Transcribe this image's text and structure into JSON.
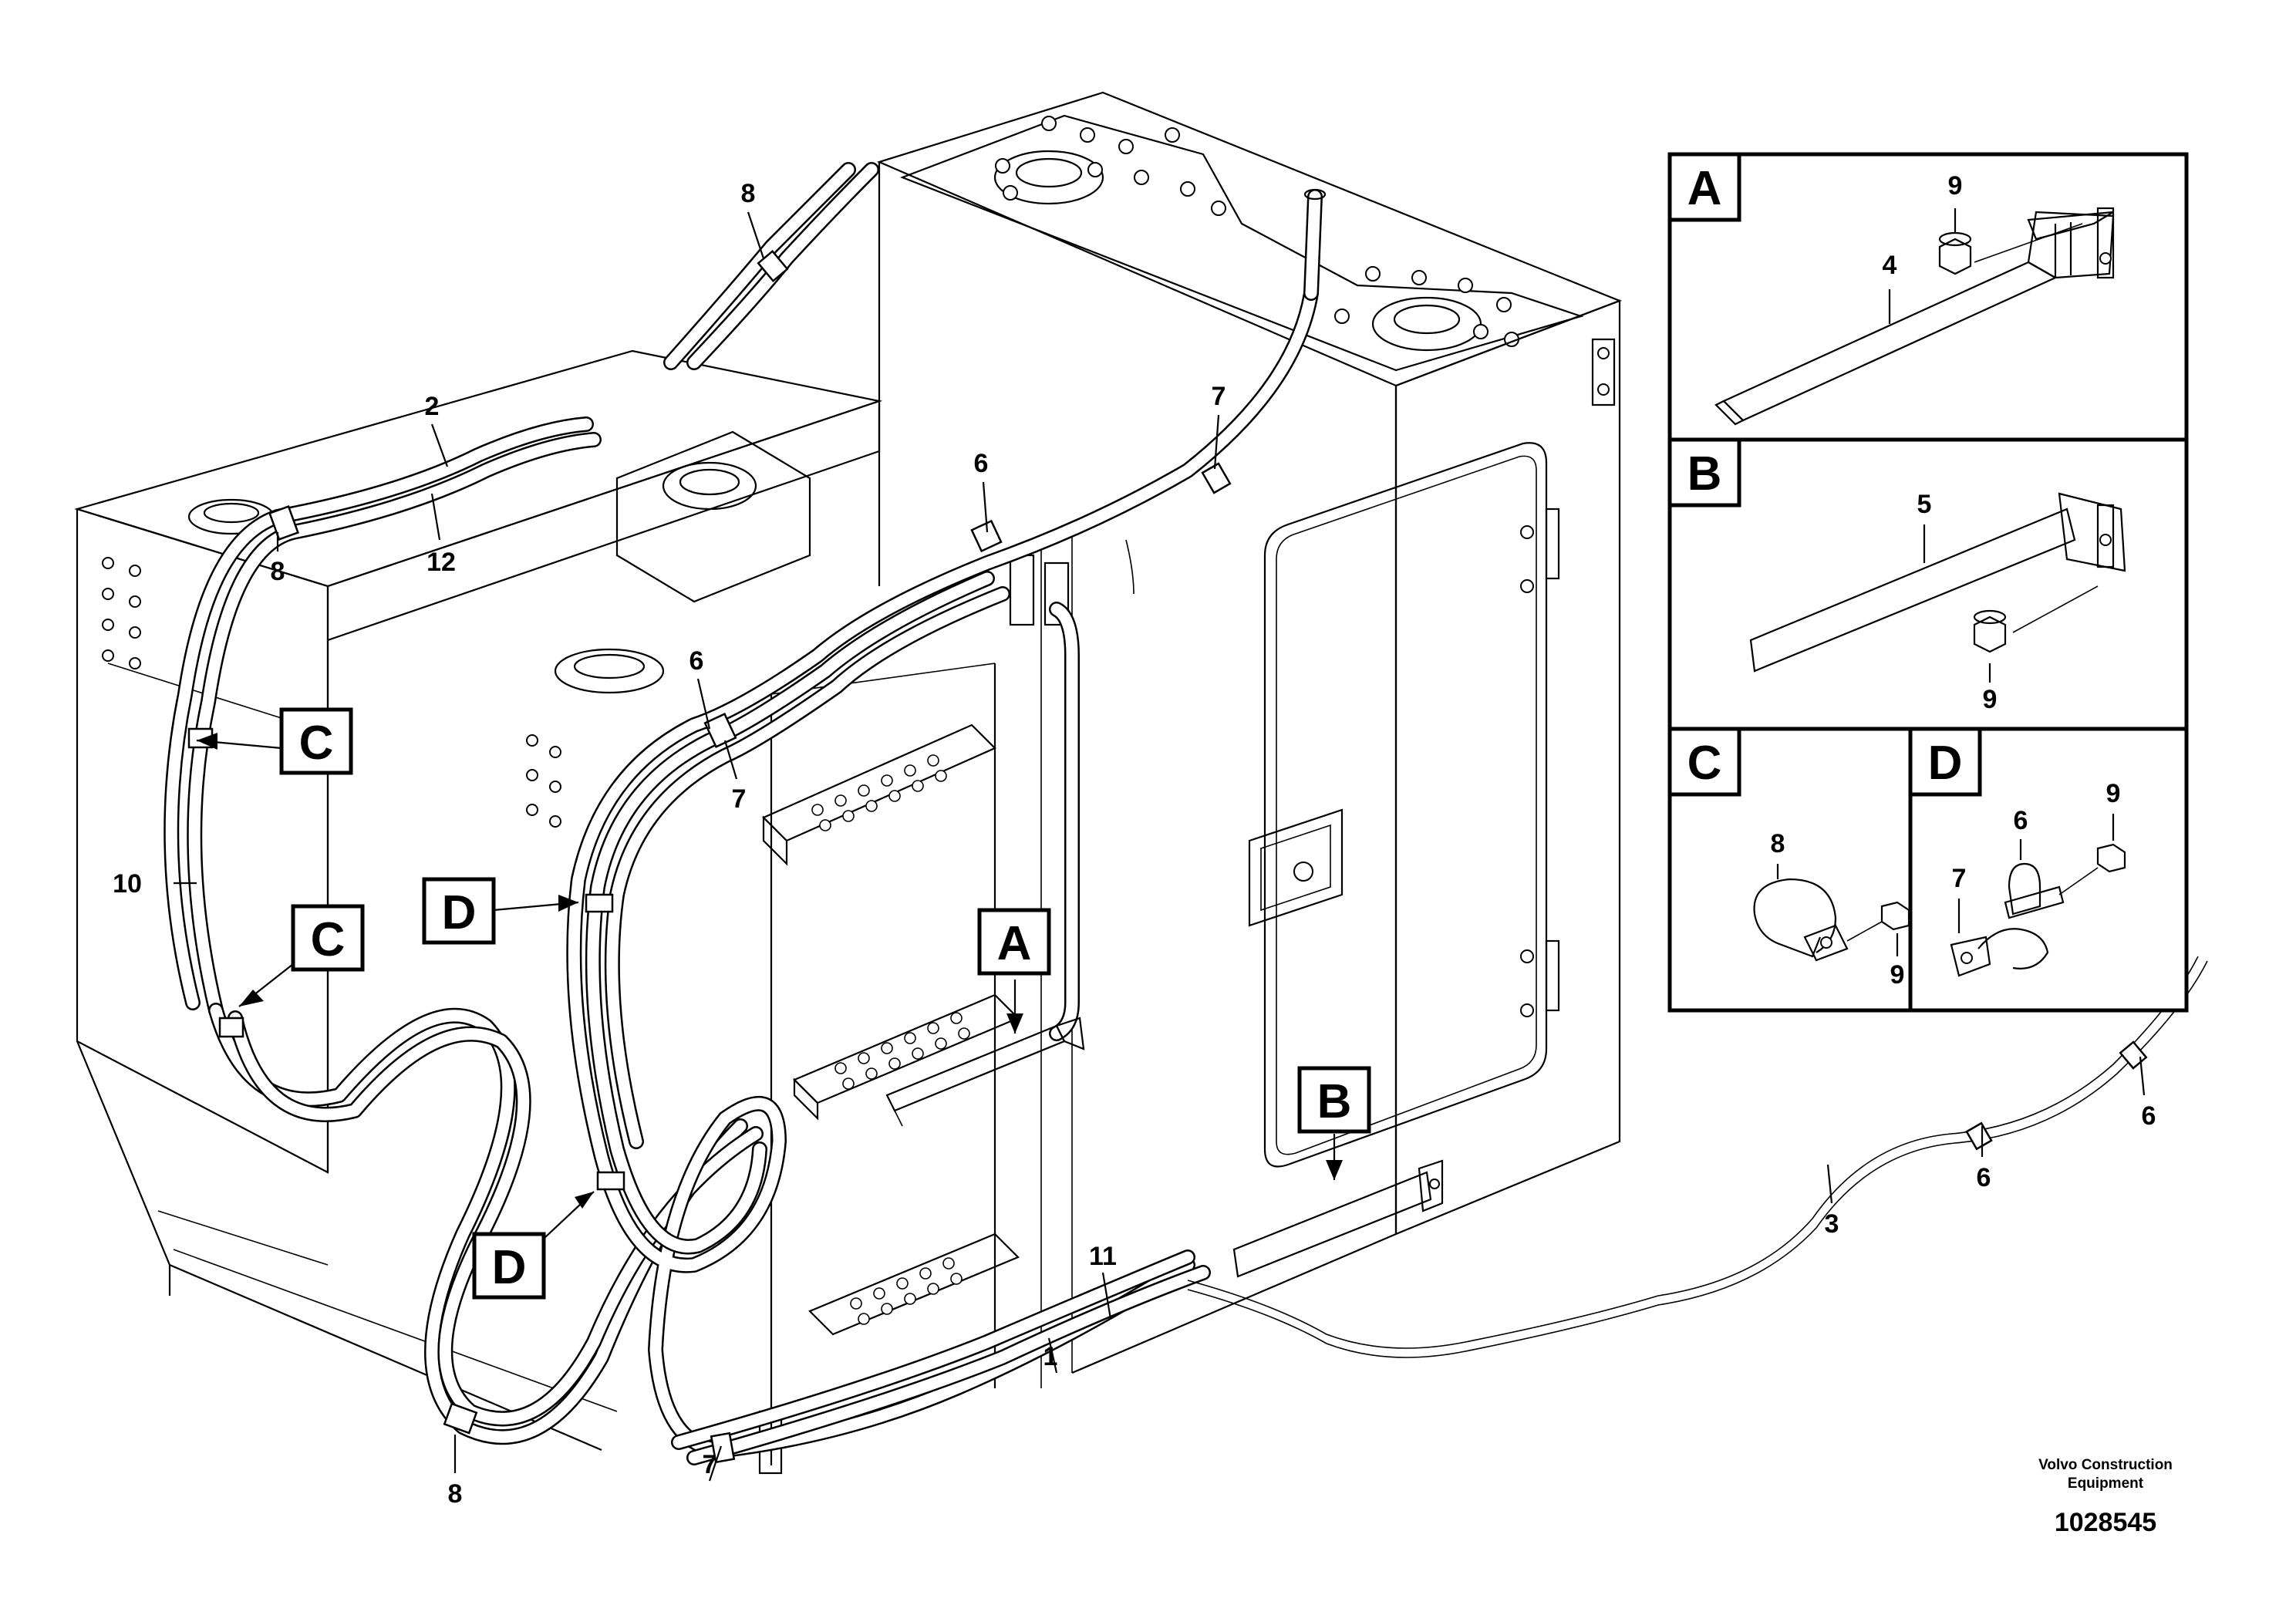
{
  "callouts": {
    "c1": "1",
    "c2": "2",
    "c3": "3",
    "c6a": "6",
    "c6b": "6",
    "c6c": "6",
    "c6d": "6",
    "c7a": "7",
    "c7b": "7",
    "c7c": "7",
    "c8a": "8",
    "c8b": "8",
    "c8c": "8",
    "c10": "10",
    "c11": "11",
    "c12": "12"
  },
  "view_markers": {
    "c_upper": "C",
    "c_lower": "C",
    "d_upper": "D",
    "d_lower": "D",
    "a": "A",
    "b": "B"
  },
  "detail_panels": {
    "a": {
      "letter": "A",
      "num_bracket": "4",
      "num_bolt": "9"
    },
    "b": {
      "letter": "B",
      "num_bracket": "5",
      "num_bolt": "9"
    },
    "c": {
      "letter": "C",
      "num_clamp": "8",
      "num_bolt": "9"
    },
    "d": {
      "letter": "D",
      "num_clamp_a": "6",
      "num_clamp_b": "7",
      "num_bolt_top": "9"
    }
  },
  "footer": {
    "company_line1": "Volvo Construction",
    "company_line2": "Equipment",
    "doc_number": "1028545"
  }
}
